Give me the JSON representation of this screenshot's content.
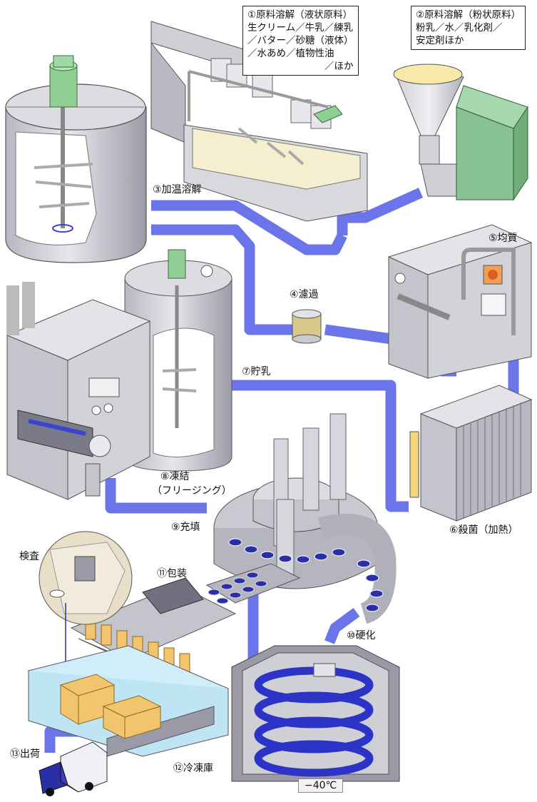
{
  "callouts": {
    "liquid": {
      "title": "①原料溶解（液状原料）",
      "lines": [
        "生クリーム／牛乳／練乳",
        "／バター／砂糖（液体）",
        "／水あめ／植物性油",
        "／ほか"
      ]
    },
    "powder": {
      "title": "②原料溶解（粉状原料）",
      "lines": [
        "粉乳／水／乳化剤／",
        "安定剤ほか"
      ]
    }
  },
  "steps": {
    "s3": "③加温溶解",
    "s4": "④濾過",
    "s5": "⑤均質",
    "s6": "⑥殺菌（加熱）",
    "s7": "⑦貯乳",
    "s8a": "⑧凍結",
    "s8b": "（フリージング）",
    "s9": "⑨充填",
    "s10": "⑩硬化",
    "s11": "⑪包装",
    "s12": "⑫冷凍庫",
    "s13": "⑬出荷",
    "inspect": "検査"
  },
  "temperature": "−40℃",
  "colors": {
    "flow": "#6b74e8",
    "machine": "#c9c9d1",
    "machine_dark": "#9a9aa6",
    "green": "#7fbf8a",
    "cream": "#f6e7a6",
    "cone": "#e0e0e0",
    "freezer_floor": "#cfeefa",
    "box": "#f2c46c",
    "cup_blue": "#2a2fa8",
    "coil": "#2b34c6"
  }
}
